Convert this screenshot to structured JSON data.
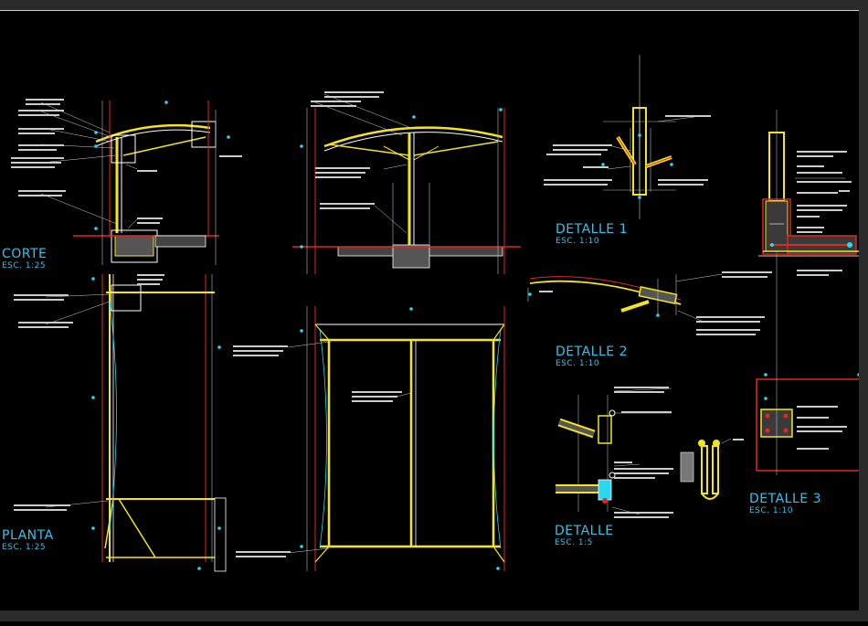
{
  "drawing": {
    "labels": {
      "corte_title": "CORTE",
      "corte_scale": "ESC. 1:25",
      "planta_title": "PLANTA",
      "planta_scale": "ESC. 1:25",
      "detalle1_title": "DETALLE 1",
      "detalle1_scale": "ESC. 1:10",
      "detalle2_title": "DETALLE 2",
      "detalle2_scale": "ESC. 1:10",
      "detalle_title": "DETALLE",
      "detalle_scale": "ESC. 1:5",
      "detalle3_title": "DETALLE 3",
      "detalle3_scale": "ESC. 1:10"
    },
    "colors": {
      "background": "#000000",
      "title_cyan": "#36c0e6",
      "structure_yellow": "#f2e51e",
      "red_line": "#e0281e",
      "white_line": "#ffffff",
      "cyan_line": "#2ad7f0",
      "annotation_gray": "#d0d0d0"
    }
  }
}
